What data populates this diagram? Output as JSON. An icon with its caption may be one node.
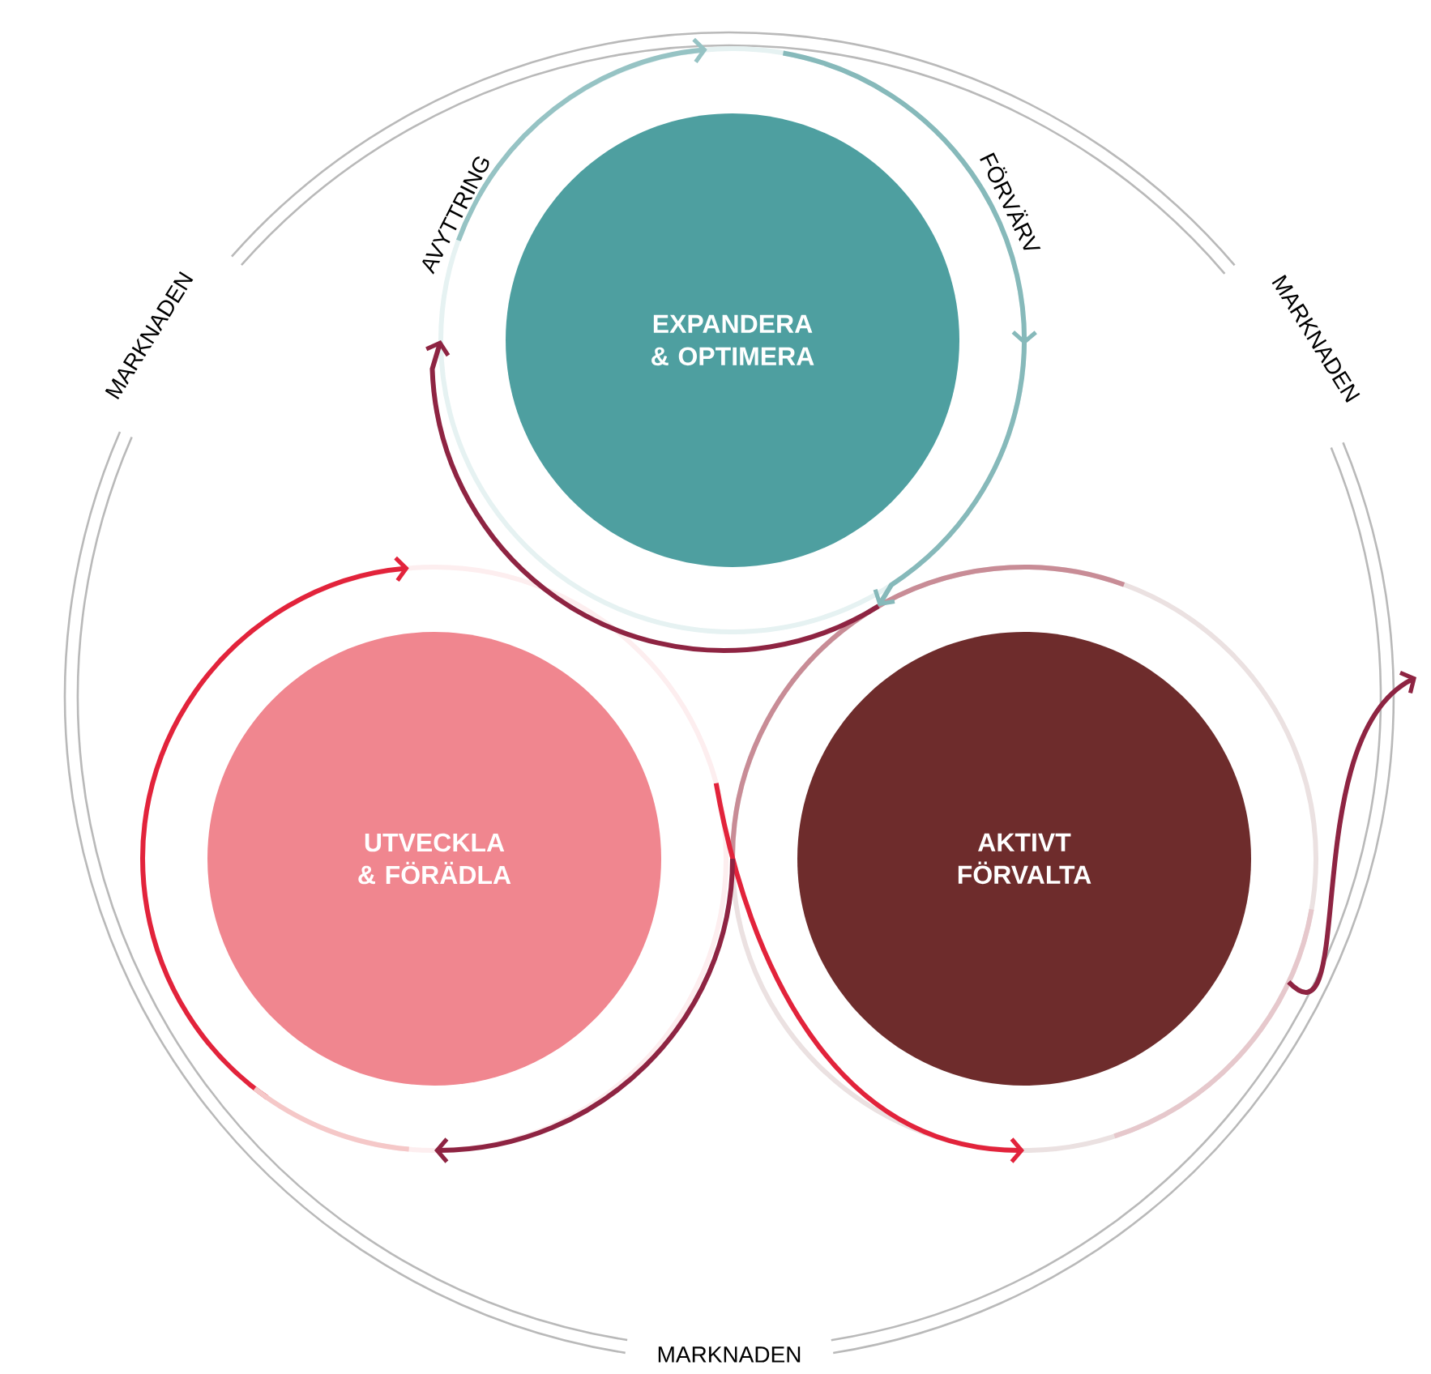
{
  "diagram": {
    "nodes": [
      {
        "text": [
          "EXPANDERA & OPTIMERA"
        ]
      },
      {
        "text": [
          "UTVECKLA & FÖRÄDLA"
        ]
      },
      {
        "text": [
          "AKTIVT FÖRVALTA"
        ]
      }
    ],
    "edges": [
      {
        "from": 0,
        "to": 2,
        "arrow": "to",
        "label": "FÖRVÄRV",
        "color": "#86b9ba"
      },
      {
        "from": 2,
        "to": 0,
        "arrow": "to",
        "label": "AVYTTRING",
        "color": "#8e2442"
      },
      {
        "from": 1,
        "to": 2,
        "arrow": "to",
        "color": "#e2233b"
      },
      {
        "from": 2,
        "to": 1,
        "arrow": "to",
        "color": "#8e2442"
      },
      {
        "from": 2,
        "to": null,
        "arrow": "to",
        "color": "#8e2442"
      }
    ],
    "labels": [
      "MARKNADEN",
      "MARKNADEN",
      "MARKNADEN"
    ]
  }
}
